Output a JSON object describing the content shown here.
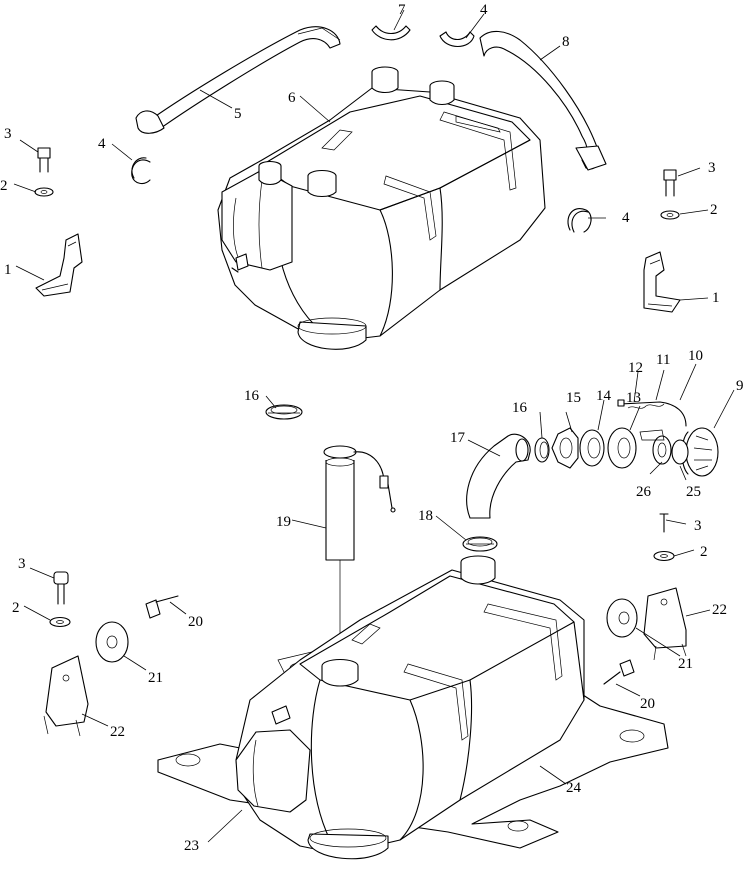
{
  "callouts": {
    "c1_left": "1",
    "c1_right": "1",
    "c2_left_upper": "2",
    "c2_right_upper": "2",
    "c2_right_lower": "2",
    "c2_left_lower": "2",
    "c3_left_upper": "3",
    "c3_right_upper": "3",
    "c3_right_lower": "3",
    "c3_left_lower": "3",
    "c4_top": "4",
    "c4_left": "4",
    "c4_right": "4",
    "c5": "5",
    "c6": "6",
    "c7": "7",
    "c8": "8",
    "c9": "9",
    "c10": "10",
    "c11": "11",
    "c12": "12",
    "c13": "13",
    "c14": "14",
    "c15": "15",
    "c16_left": "16",
    "c16_right": "16",
    "c17": "17",
    "c18": "18",
    "c19": "19",
    "c20_left": "20",
    "c20_right": "20",
    "c21_left": "21",
    "c21_right": "21",
    "c22_left": "22",
    "c22_right": "22",
    "c23": "23",
    "c24": "24",
    "c25": "25",
    "c26": "26"
  }
}
